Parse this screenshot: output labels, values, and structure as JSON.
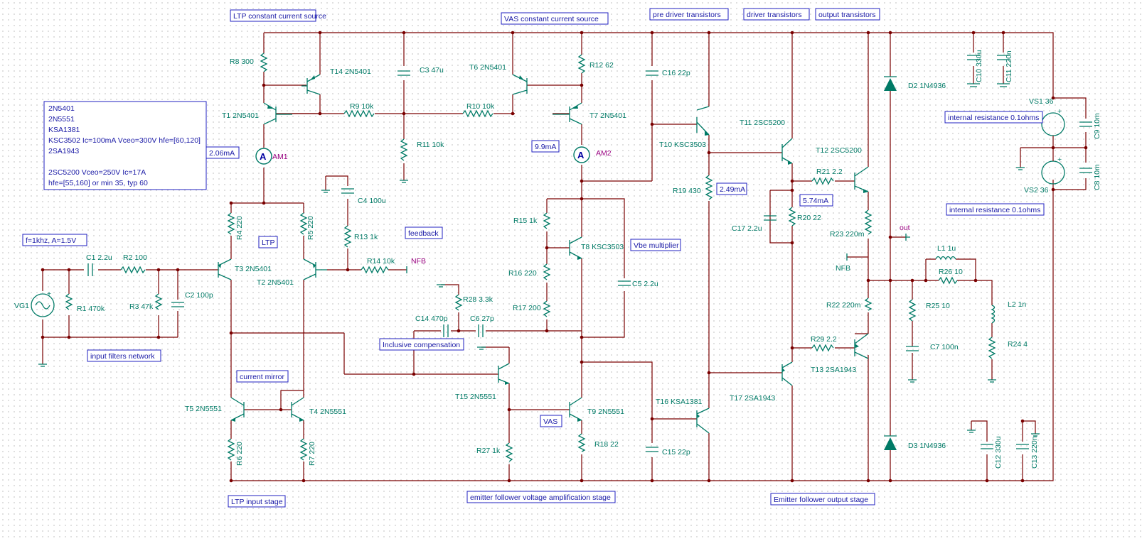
{
  "titles": {
    "ltp_ccs": "LTP constant current source",
    "vas_ccs": "VAS constant current source",
    "pre_driver": "pre driver transistors",
    "driver": "driver transistors",
    "output": "output transistors",
    "feedback": "feedback",
    "ltp": "LTP",
    "vbe_mult": "Vbe multiplier",
    "incl_comp": "Inclusive compensation",
    "current_mirror": "current mirror",
    "vas": "VAS",
    "input_filters": "input filters network",
    "ltp_input": "LTP input stage",
    "ef_vas": "emitter follower voltage amplification stage",
    "ef_output": "Emitter follower output stage",
    "int_res1": "internal resistance 0.1ohms",
    "int_res2": "internal resistance 0.1ohms",
    "sig": "f=1khz, A=1.5V"
  },
  "notes": [
    "2N5401",
    "2N5551",
    "KSA1381",
    "KSC3502 Ic=100mA Vceo=300V hfe=[60,120]",
    "2SA1943",
    "",
    "2SC5200 Vceo=250V Ic=17A",
    "hfe=[55,160] or min 35, typ 60"
  ],
  "meters": {
    "am1_val": "2.06mA",
    "am2_val": "9.9mA",
    "r19_val": "2.49mA",
    "r20_val": "5.74mA",
    "am1": "AM1",
    "am2": "AM2",
    "meter_symbol": "A"
  },
  "components": {
    "R8": "R8 300",
    "T14": "T14 2N5401",
    "C3": "C3 47u",
    "T6": "T6 2N5401",
    "R12": "R12 62",
    "T1": "T1 2N5401",
    "R9": "R9 10k",
    "R10": "R10 10k",
    "T7": "T7 2N5401",
    "R11": "R11 10k",
    "C16": "C16 22p",
    "T10": "T10 KSC3503",
    "T11": "T11 2SC5200",
    "T12": "T12 2SC5200",
    "D2": "D2 1N4936",
    "C10": "C10 330u",
    "C11": "C11 220n",
    "VS1": "VS1 36",
    "C9": "C9 10m",
    "VS2": "VS2 36",
    "C8": "C8 10m",
    "R19": "R19 430",
    "R21": "R21 2.2",
    "C17": "C17 2.2u",
    "R20": "R20 22",
    "R23": "R23 220m",
    "out": "out",
    "NFB2": "NFB",
    "L1": "L1 1u",
    "R26": "R26 10",
    "R22": "R22 220m",
    "R25": "R25 10",
    "L2": "L2 1n",
    "C7": "C7 100n",
    "R24": "R24 4",
    "R29": "R29 2.2",
    "T13": "T13 2SA1943",
    "T17": "T17 2SA1943",
    "T16": "T16 KSA1381",
    "C15": "C15 22p",
    "D3": "D3 1N4936",
    "C12": "C12 330u",
    "C13": "C13 220n",
    "C4": "C4 100u",
    "R13": "R13 1k",
    "R4": "R4 220",
    "R5": "R5 220",
    "T3": "T3 2N5401",
    "T2": "T2 2N5401",
    "R14": "R14 10k",
    "NFB1": "NFB",
    "R15": "R15 1k",
    "T8": "T8 KSC3503",
    "R16": "R16 220",
    "R17": "R17 200",
    "C5": "C5 2.2u",
    "R28": "R28 3.3k",
    "C14": "C14 470p",
    "C6": "C6 27p",
    "T15": "T15 2N5551",
    "T9": "T9 2N5551",
    "R27": "R27 1k",
    "R18": "R18 22",
    "T5": "T5 2N5551",
    "T4": "T4 2N5551",
    "R6": "R6 220",
    "R7": "R7 220",
    "C1": "C1 2.2u",
    "R2": "R2 100",
    "R1": "R1 470k",
    "R3": "R3 47k",
    "C2": "C2 100p",
    "VG1": "VG1"
  }
}
